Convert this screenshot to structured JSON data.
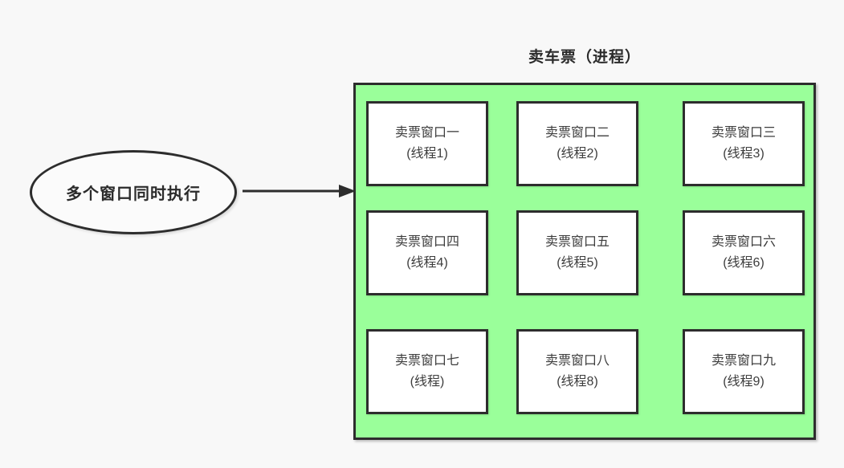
{
  "colors": {
    "canvas_bg": "#f8f8f8",
    "process_fill": "#9aff9a",
    "border": "#2d2d2d",
    "cell_bg": "#ffffff",
    "text": "#3d3d3d"
  },
  "ellipse": {
    "label": "多个窗口同时执行"
  },
  "process": {
    "title": "卖车票（进程）",
    "cells": [
      {
        "line1": "卖票窗口一",
        "line2": "(线程1)"
      },
      {
        "line1": "卖票窗口二",
        "line2": "(线程2)"
      },
      {
        "line1": "卖票窗口三",
        "line2": "(线程3)"
      },
      {
        "line1": "卖票窗口四",
        "line2": "(线程4)"
      },
      {
        "line1": "卖票窗口五",
        "line2": "(线程5)"
      },
      {
        "line1": "卖票窗口六",
        "line2": "(线程6)"
      },
      {
        "line1": "卖票窗口七",
        "line2": "(线程)"
      },
      {
        "line1": "卖票窗口八",
        "line2": "(线程8)"
      },
      {
        "line1": "卖票窗口九",
        "line2": "(线程9)"
      }
    ]
  }
}
